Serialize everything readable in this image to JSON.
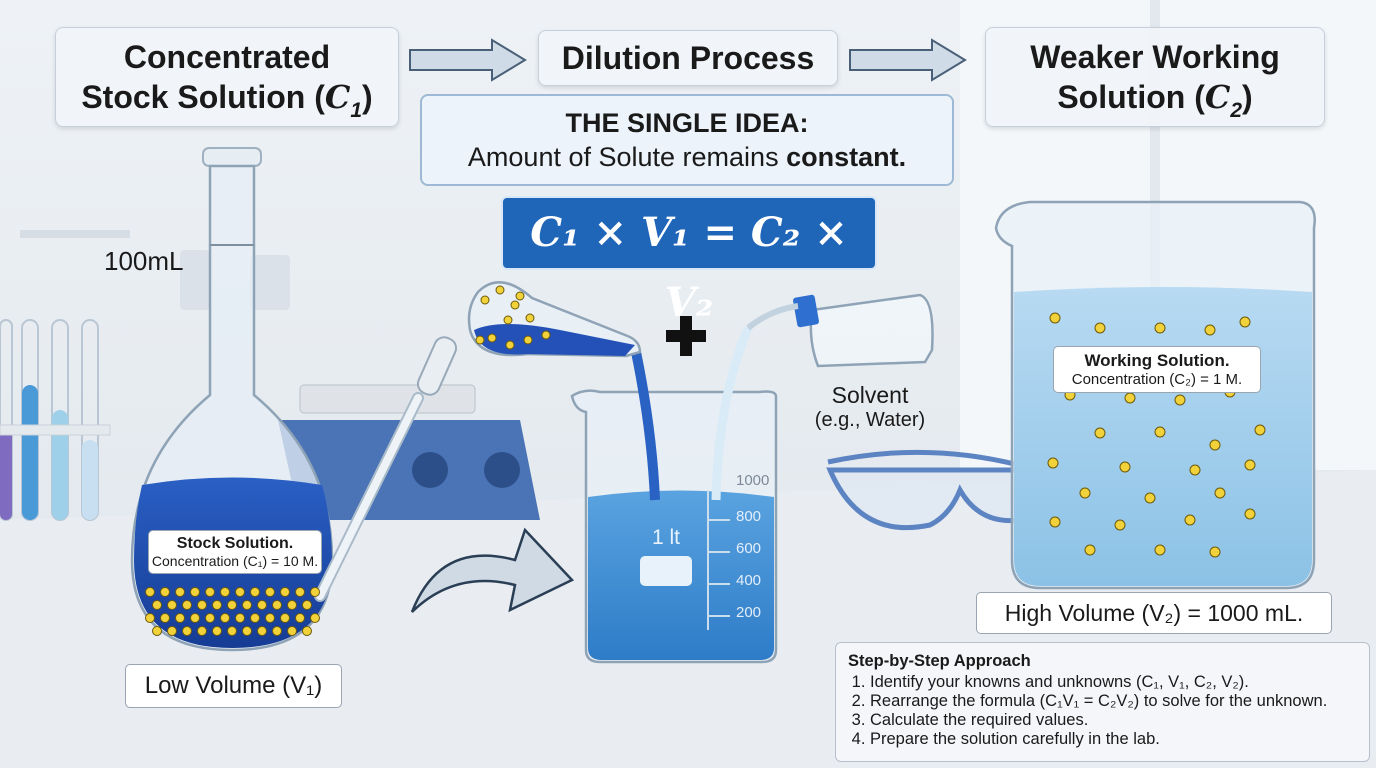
{
  "headers": {
    "stock": {
      "title_line1": "Concentrated",
      "title_line2": "Stock Solution (",
      "symbol": "C",
      "sub": "1",
      "close": ")"
    },
    "process": {
      "title": "Dilution Process"
    },
    "working": {
      "title_line1": "Weaker Working",
      "title_line2": "Solution (",
      "symbol": "C",
      "sub": "2",
      "close": ")"
    }
  },
  "idea": {
    "heading": "THE SINGLE IDEA:",
    "text": "Amount of Solute remains ",
    "emphasis": "constant."
  },
  "formula": "C₁ × V₁ = C₂ × V₂",
  "flask": {
    "volume_mark": "100mL",
    "label_title": "Stock Solution.",
    "label_text": "Concentration (C₁) = 10 M.",
    "volume_label": "Low Volume (V₁)"
  },
  "beaker": {
    "label": "1 lt",
    "plus": "+",
    "graduations": [
      "1000",
      "800",
      "600",
      "400",
      "200"
    ],
    "solvent_title": "Solvent",
    "solvent_example": "(e.g., Water)"
  },
  "working_beaker": {
    "label_title": "Working Solution.",
    "label_text": "Concentration (C₂) = 1 M.",
    "volume_label": "High Volume (V₂) = 1000 mL."
  },
  "steps": {
    "title": "Step-by-Step Approach",
    "items": [
      "Identify your knowns and unknowns (C₁, V₁, C₂, V₂).",
      "Rearrange the formula (C₁V₁ = C₂V₂) to solve for the unknown.",
      "Calculate the required values.",
      "Prepare the solution carefully in the lab."
    ]
  },
  "colors": {
    "solution_blue": "#1f66b8",
    "particle_yellow": "#f2d23a",
    "water_blue": "#9fcbea"
  }
}
